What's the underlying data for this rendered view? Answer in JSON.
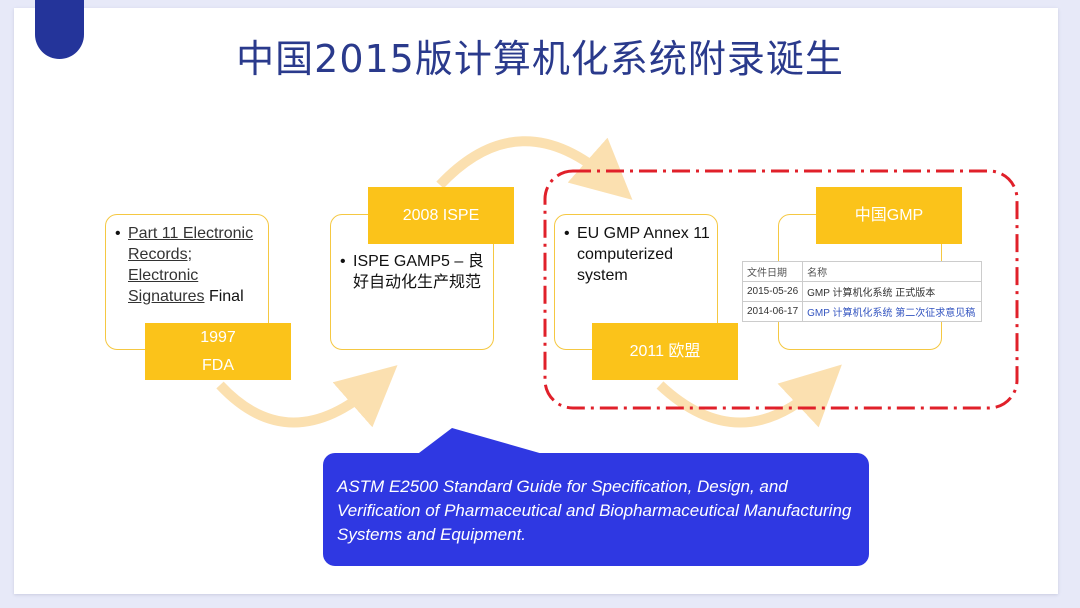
{
  "title": "中国2015版计算机化系统附录诞生",
  "milestones": [
    {
      "label_line1": "1997",
      "label_line2": "FDA",
      "text_linked": "Part 11 Electronic Records; Electronic Signatures",
      "text_rest": " Final"
    },
    {
      "label": "2008 ISPE",
      "text": "ISPE GAMP5 – 良好自动化生产规范"
    },
    {
      "label": "2011 欧盟",
      "text": "EU GMP Annex 11 computerized system"
    },
    {
      "label": "中国GMP"
    }
  ],
  "table": {
    "headers": [
      "文件日期",
      "名称"
    ],
    "rows": [
      [
        "2015-05-26",
        "GMP 计算机化系统 正式版本"
      ],
      [
        "2014-06-17",
        "GMP 计算机化系统 第二次征求意见稿"
      ]
    ]
  },
  "callout": "ASTM E2500 Standard Guide for Specification, Design, and Verification of Pharmaceutical and Biopharmaceutical Manufacturing Systems and Equipment.",
  "colors": {
    "accent": "#fbc31a",
    "title": "#2a3a8c",
    "callout": "#2f38e2",
    "highlight": "#e0202a"
  }
}
